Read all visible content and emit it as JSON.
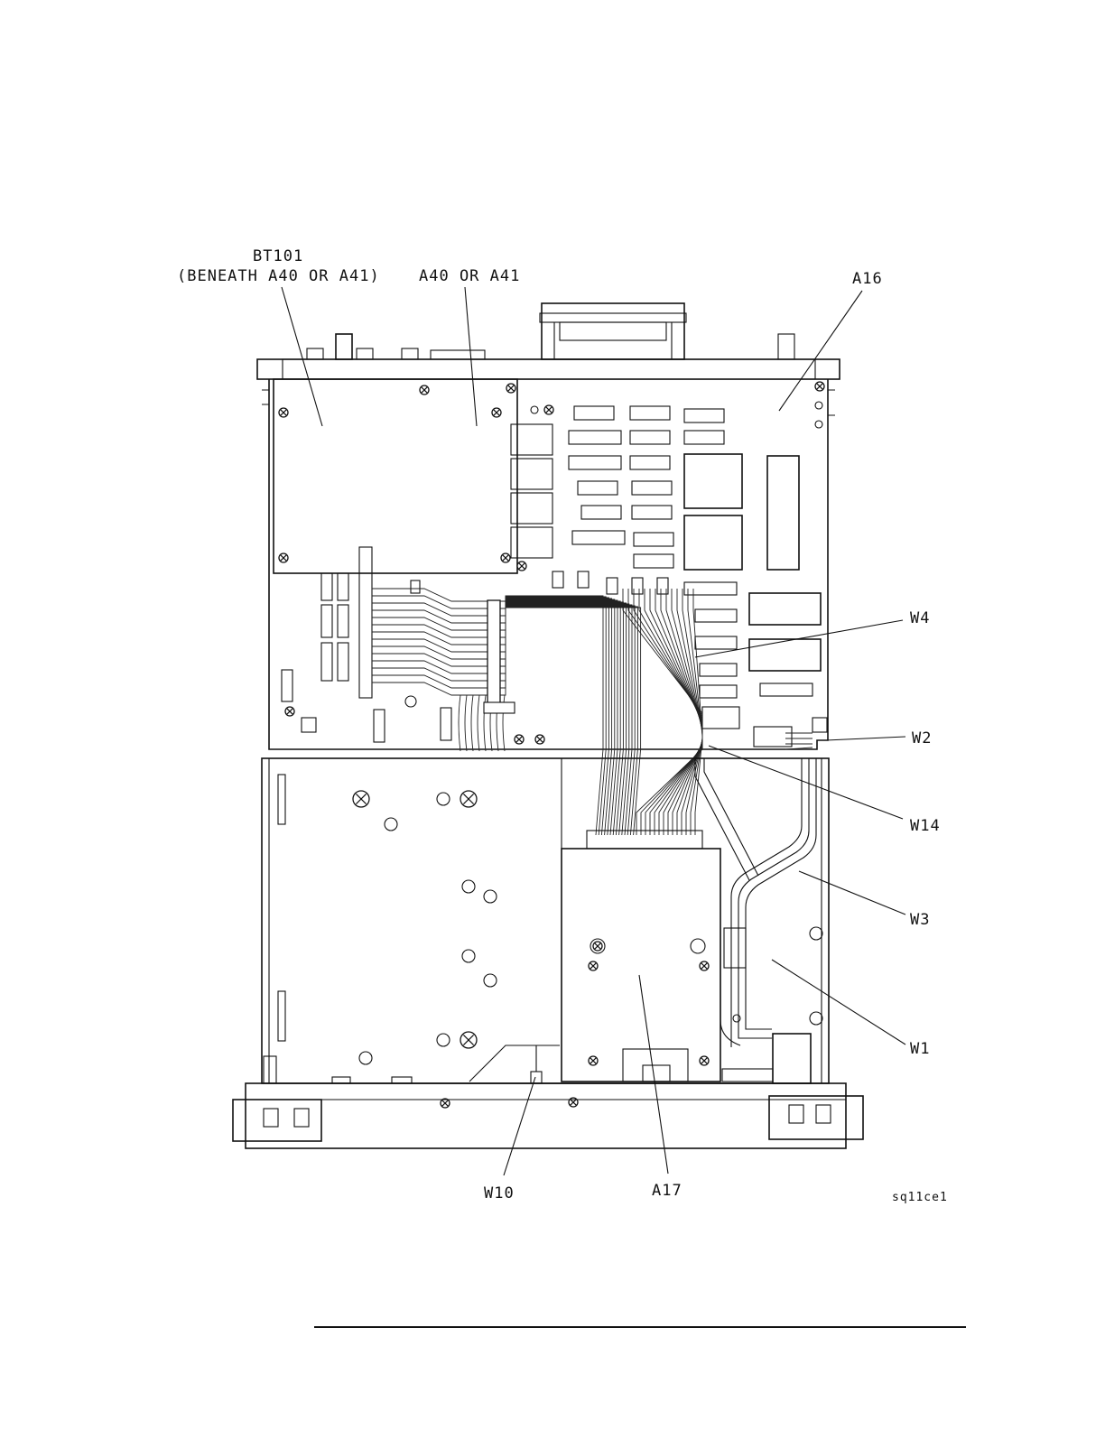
{
  "callouts": {
    "bt101": "BT101",
    "bt101_note": "(BENEATH A40 OR A41)",
    "a40_a41": "A40 OR A41",
    "a16": "A16",
    "w4": "W4",
    "w2": "W2",
    "w14": "W14",
    "w3": "W3",
    "w1": "W1",
    "w10": "W10",
    "a17": "A17"
  },
  "figure_id": "sq11ce1"
}
